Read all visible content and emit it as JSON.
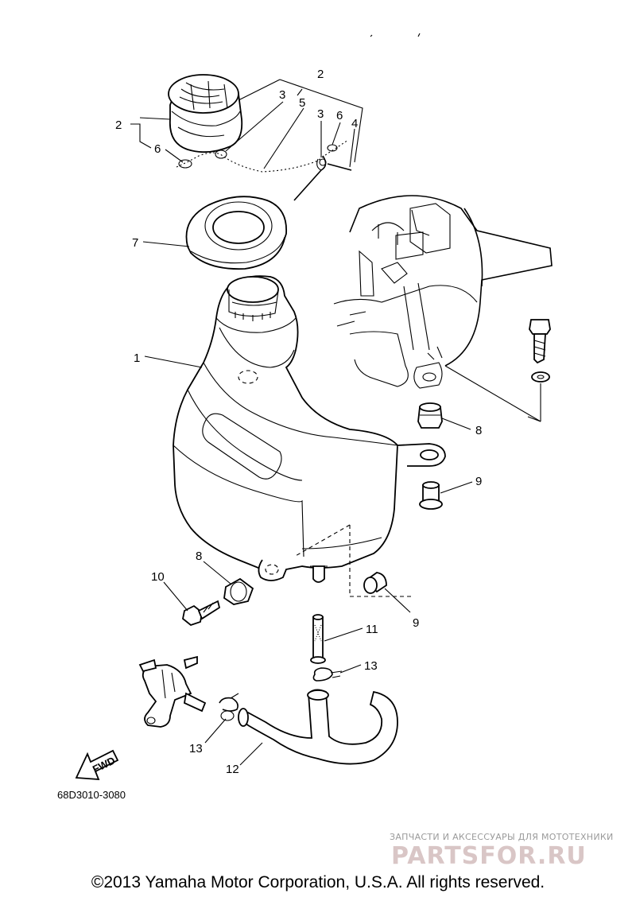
{
  "callouts": {
    "c1": "1",
    "c2a": "2",
    "c2b": "2",
    "c3a": "3",
    "c3b": "3",
    "c4": "4",
    "c5": "5",
    "c6a": "6",
    "c6b": "6",
    "c7": "7",
    "c8a": "8",
    "c8b": "8",
    "c9a": "9",
    "c9b": "9",
    "c10": "10",
    "c11": "11",
    "c12": "12",
    "c13a": "13",
    "c13b": "13"
  },
  "fwd_label": "FWD",
  "drawing_number": "68D3010-3080",
  "watermark": {
    "tagline": "ЗАПЧАСТИ И АКСЕССУАРЫ ДЛЯ МОТОТЕХНИКИ",
    "brand": "PARTSFOR.RU"
  },
  "copyright": "©2013 Yamaha Motor Corporation, U.S.A. All rights reserved."
}
